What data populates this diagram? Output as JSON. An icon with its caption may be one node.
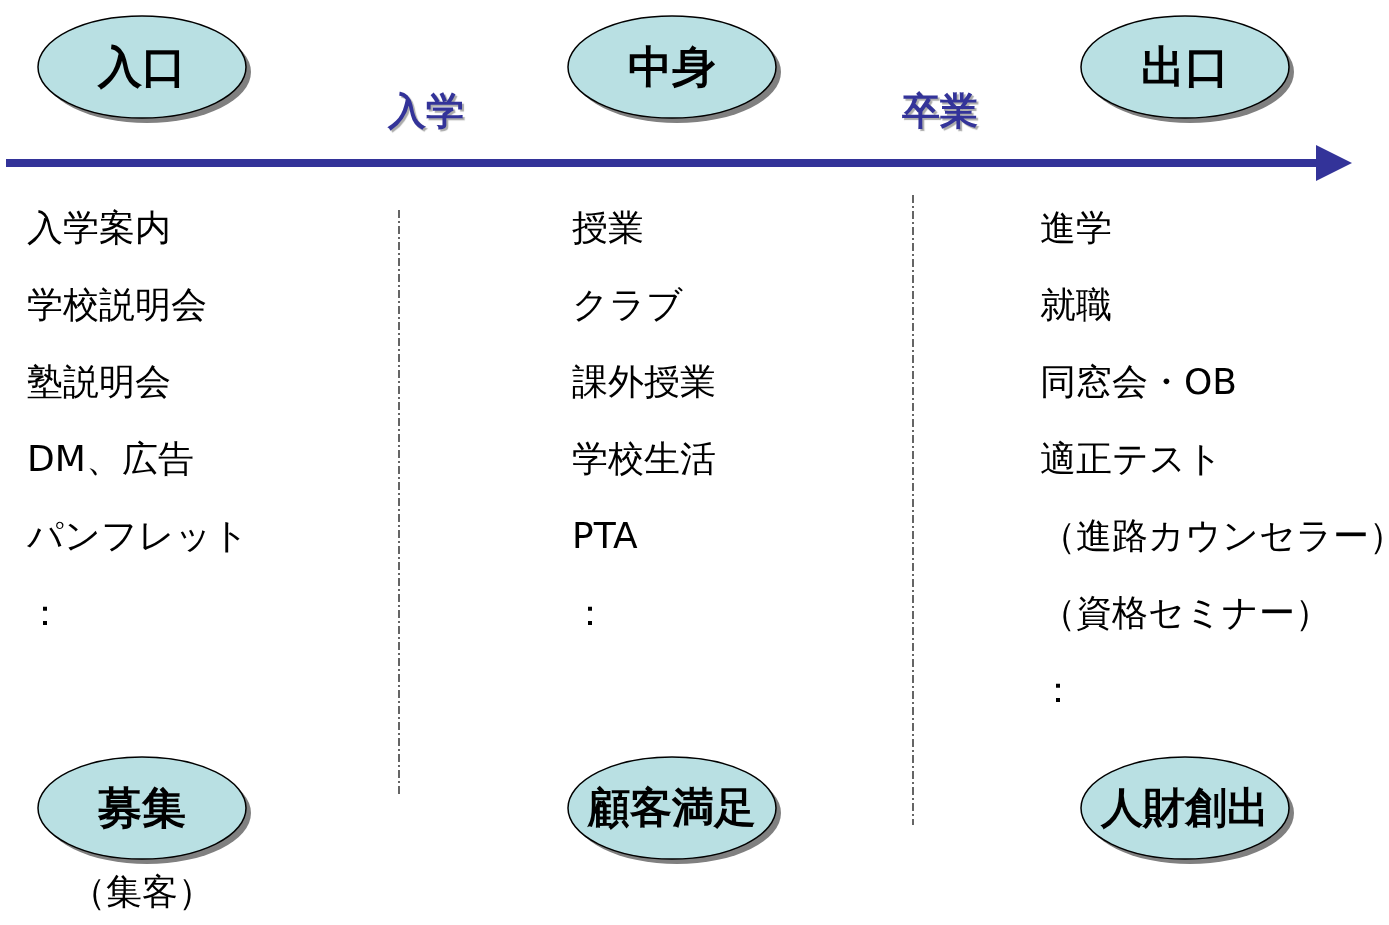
{
  "diagram": {
    "nodes": [
      {
        "text": [
          "入口"
        ]
      },
      {
        "text": [
          "中身"
        ]
      },
      {
        "text": [
          "出口"
        ]
      },
      {
        "text": [
          "募集"
        ],
        "beside": [
          "（集客）"
        ]
      },
      {
        "text": [
          "顧客満足"
        ]
      },
      {
        "text": [
          "人財創出"
        ]
      }
    ],
    "labels": [
      "入学",
      "卒業",
      "入学案内",
      "学校説明会",
      "塾説明会",
      "DM、広告",
      "パンフレット",
      "：",
      "授業",
      "クラブ",
      "課外授業",
      "学校生活",
      "PTA",
      "：",
      "進学",
      "就職",
      "同窓会・OB",
      "適正テスト",
      "（進路カウンセラー）",
      "（資格セミナー）",
      "："
    ]
  }
}
